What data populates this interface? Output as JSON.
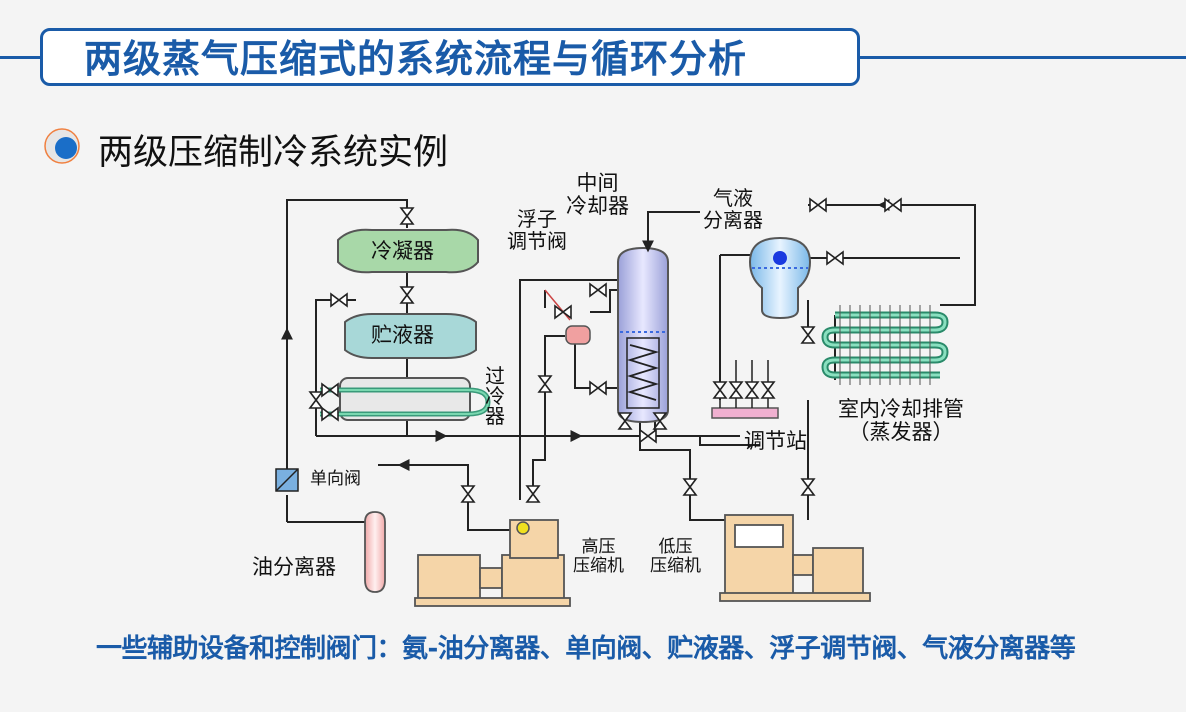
{
  "title": "两级蒸气压缩式的系统流程与循环分析",
  "subtitle": "两级压缩制冷系统实例",
  "diagram": {
    "condenser": "冷凝器",
    "receiver": "贮液器",
    "subcooler": "过冷器",
    "float_valve": "浮子调节阀",
    "intercooler": "中间冷却器",
    "separator": "气液分离器",
    "evaporator": "室内冷却排管（蒸发器）",
    "station": "调节站",
    "check_valve": "单向阀",
    "oil_separator": "油分离器",
    "hp_compressor": "高压压缩机",
    "lp_compressor": "低压压缩机"
  },
  "labels": {
    "condenser": "冷凝器",
    "receiver": "贮液器",
    "subcooler": "过\n冷\n器",
    "float_valve": "浮子\n调节阀",
    "intercooler": "中间\n冷却器",
    "separator": "气液\n分离器",
    "evaporator": "室内冷却排管\n（蒸发器）",
    "station": "调节站",
    "check_valve": "单向阀",
    "oil_separator": "油分离器",
    "hp_compressor": "高压\n压缩机",
    "lp_compressor": "低压\n压缩机"
  },
  "footer": "一些辅助设备和控制阀门：氨-油分离器、单向阀、贮液器、浮子调节阀、气液分离器等",
  "colors": {
    "accent": "#1a5ba8",
    "condenser": "#a8d8a8",
    "receiver": "#a8d8d8",
    "compressor": "#f5d5a8",
    "vessel": "#c8c8e8",
    "oil": "#f8d0d0",
    "evap": "#7ac8b0"
  }
}
